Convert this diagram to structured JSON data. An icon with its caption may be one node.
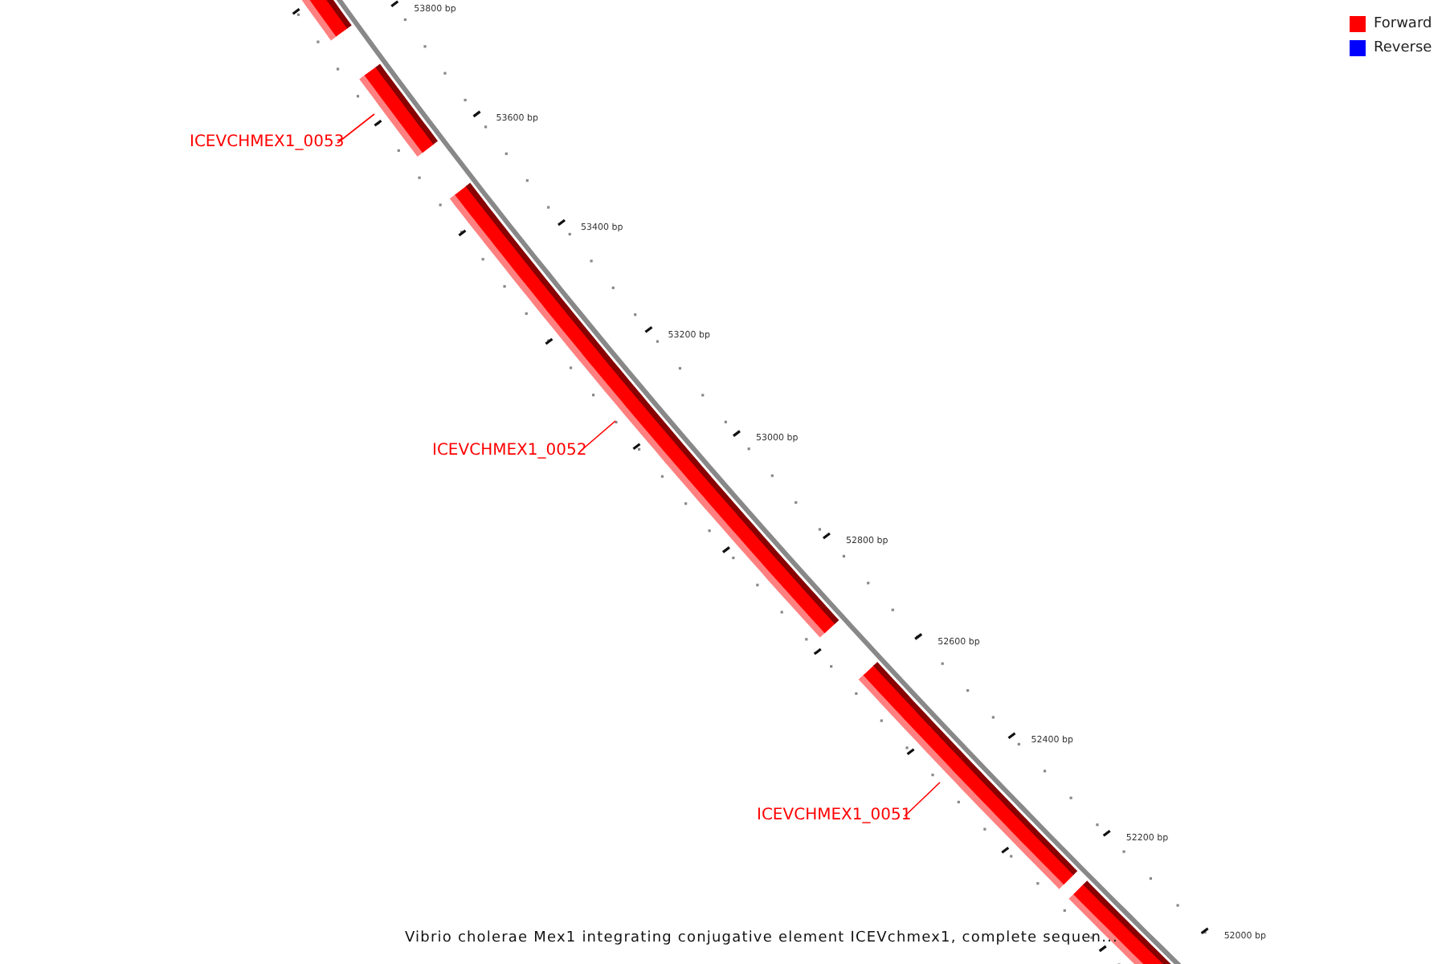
{
  "diagram": {
    "caption": "Vibrio cholerae Mex1 integrating conjugative element ICEVchmex1, complete sequen...",
    "nodes": [
      {
        "text": [],
        "shape": "bar"
      },
      {
        "text": [
          "ICEVCHMEX1_0053"
        ]
      },
      {
        "text": [],
        "shape": "bar"
      },
      {
        "text": [],
        "shape": "bar"
      },
      {
        "text": [
          "ICEVCHMEX1_0052"
        ]
      },
      {
        "text": [],
        "shape": "bar"
      },
      {
        "text": [
          "ICEVCHMEX1_0051"
        ]
      },
      {
        "text": [],
        "shape": "bar"
      }
    ],
    "edges": [
      {
        "from": 1,
        "to": 2,
        "arrow": "none"
      },
      {
        "from": 4,
        "to": 3,
        "arrow": "none"
      },
      {
        "from": 6,
        "to": 5,
        "arrow": "none"
      }
    ],
    "labels": [
      "53800 bp",
      "53600 bp",
      "53400 bp",
      "53200 bp",
      "53000 bp",
      "52800 bp",
      "52600 bp",
      "52400 bp",
      "52200 bp",
      "52000 bp"
    ],
    "legend": [
      {
        "text": "Forward",
        "color": "#ff0000"
      },
      {
        "text": "Reverse",
        "color": "#0000ff"
      }
    ]
  }
}
